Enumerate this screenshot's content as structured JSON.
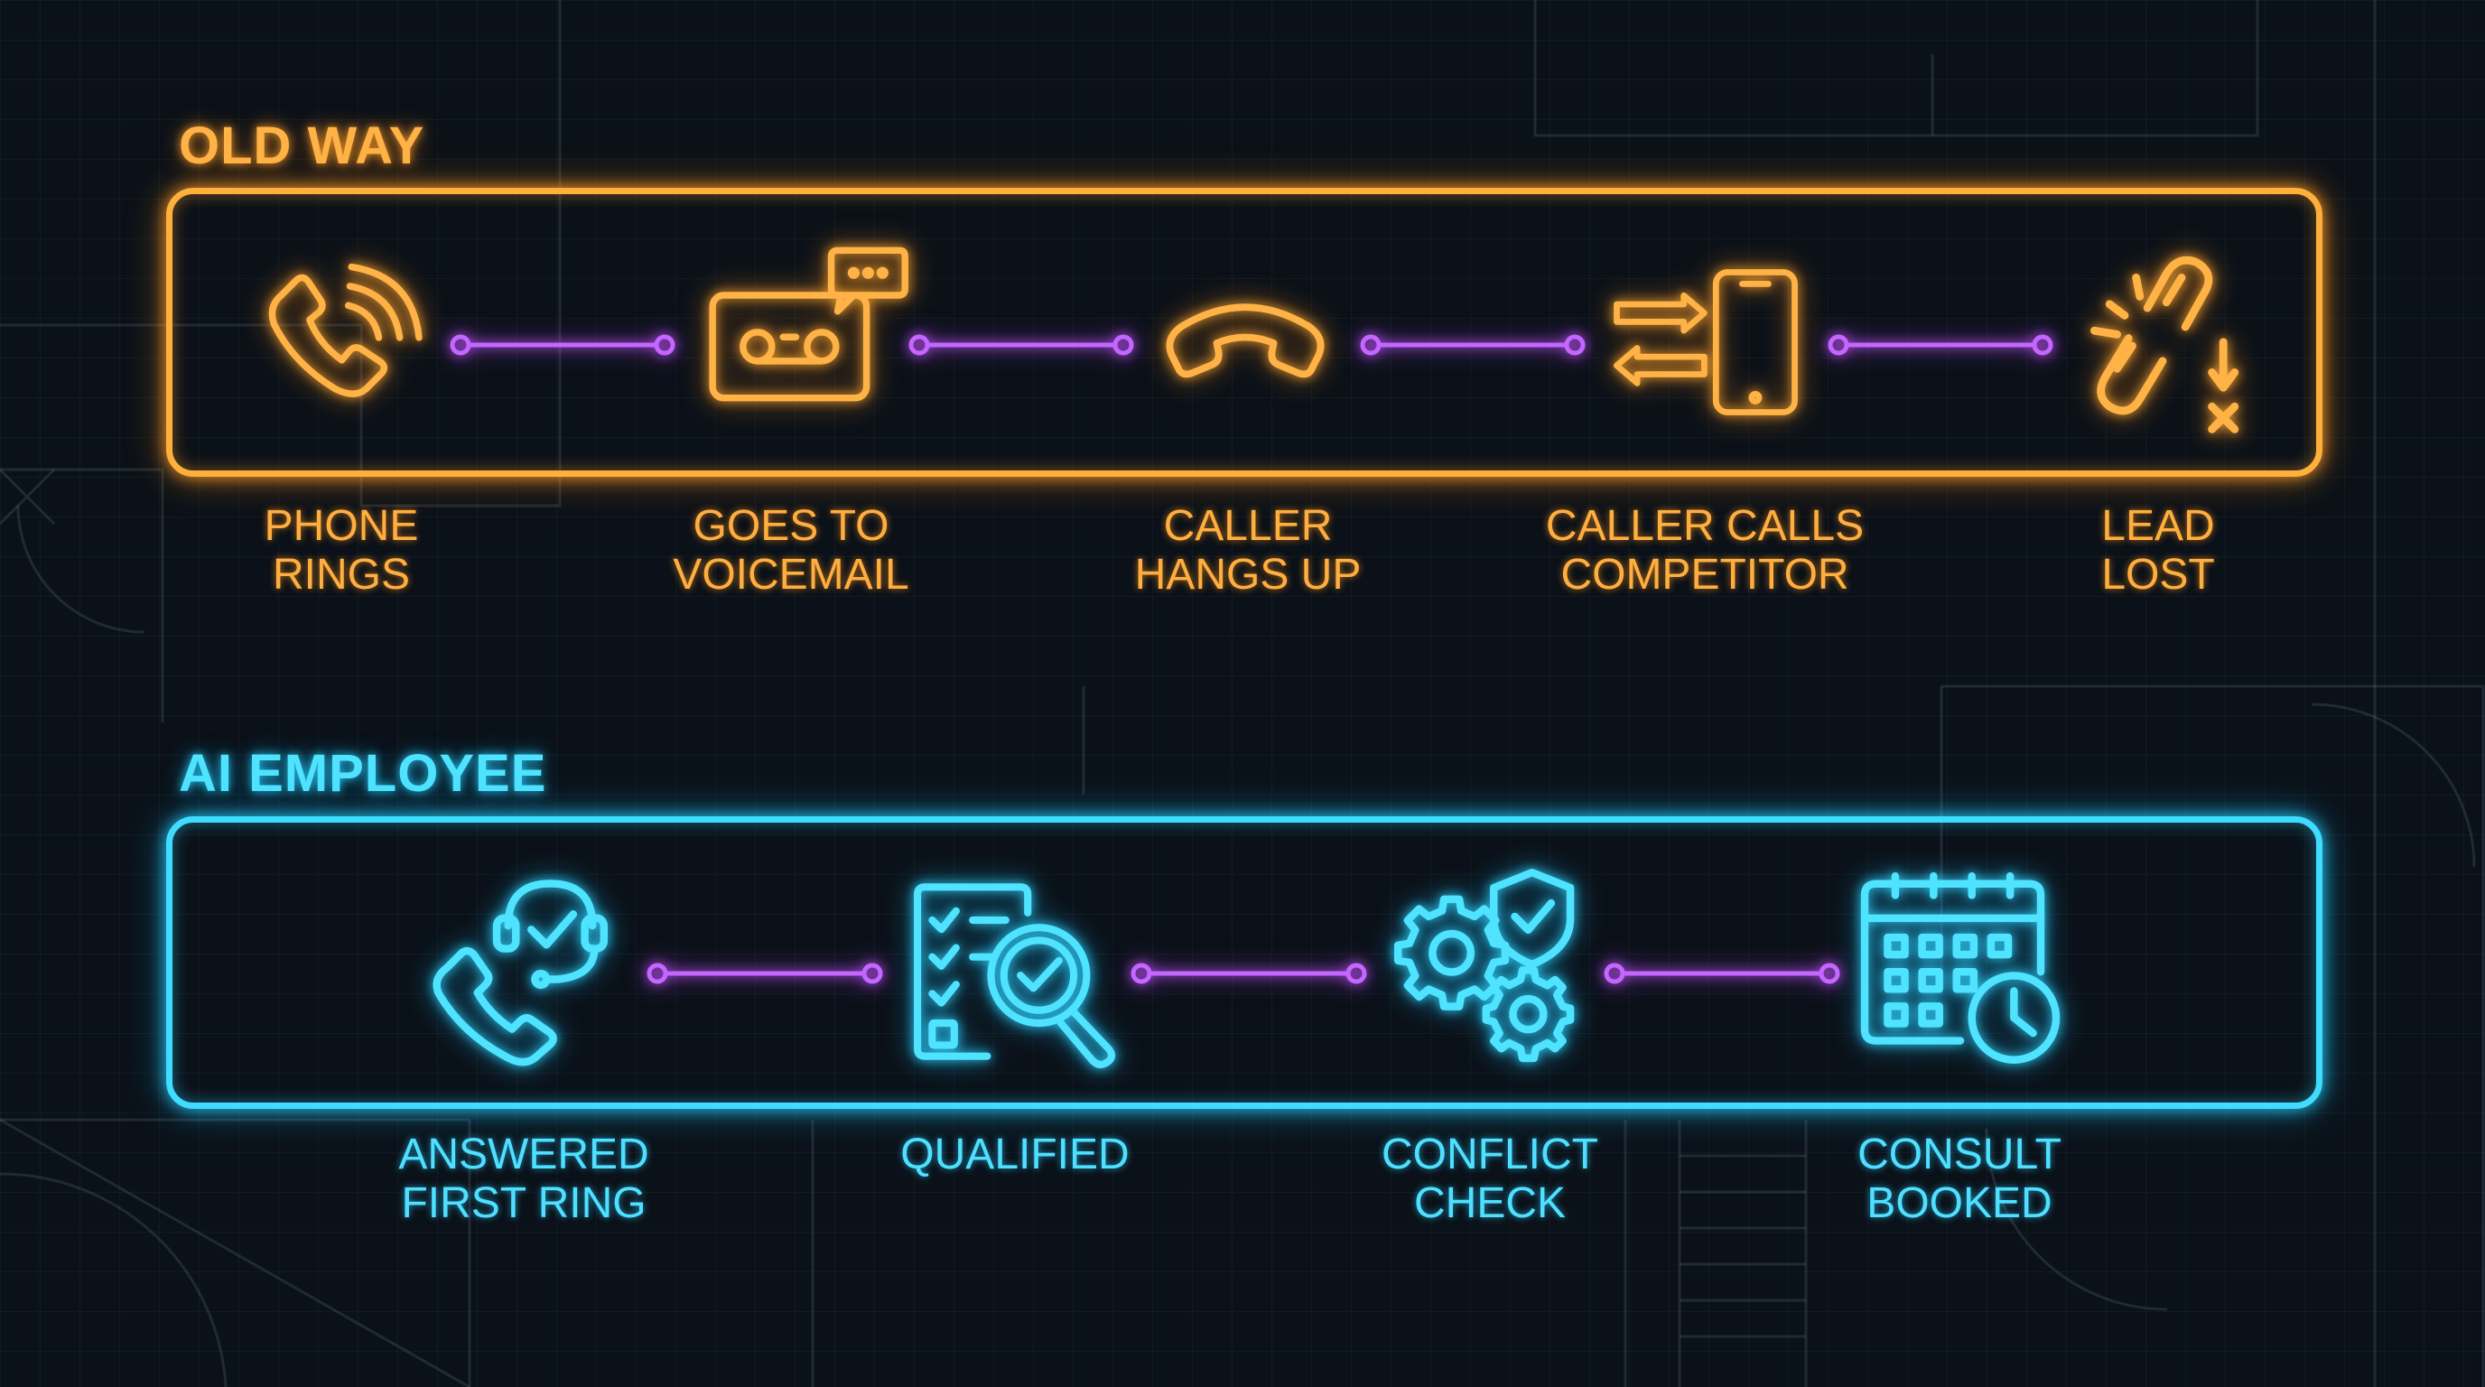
{
  "colors": {
    "old_way_accent": "#ffb03c",
    "ai_employee_accent": "#3fdcff",
    "connector": "#c466ff",
    "background": "#0b1118"
  },
  "old_way": {
    "title": "OLD WAY",
    "steps": [
      {
        "line1": "PHONE",
        "line2": "RINGS",
        "icon": "phone-ringing-icon"
      },
      {
        "line1": "GOES TO",
        "line2": "VOICEMAIL",
        "icon": "voicemail-tape-icon"
      },
      {
        "line1": "CALLER",
        "line2": "HANGS UP",
        "icon": "hang-up-icon"
      },
      {
        "line1": "CALLER CALLS",
        "line2": "COMPETITOR",
        "icon": "phone-transfer-icon"
      },
      {
        "line1": "LEAD",
        "line2": "LOST",
        "icon": "broken-link-icon"
      }
    ]
  },
  "ai_employee": {
    "title": "AI EMPLOYEE",
    "steps": [
      {
        "line1": "ANSWERED",
        "line2": "FIRST RING",
        "icon": "headset-check-icon"
      },
      {
        "line1": "QUALIFIED",
        "line2": "",
        "icon": "checklist-magnifier-icon"
      },
      {
        "line1": "CONFLICT",
        "line2": "CHECK",
        "icon": "gears-shield-icon"
      },
      {
        "line1": "CONSULT",
        "line2": "BOOKED",
        "icon": "calendar-clock-icon"
      }
    ]
  }
}
